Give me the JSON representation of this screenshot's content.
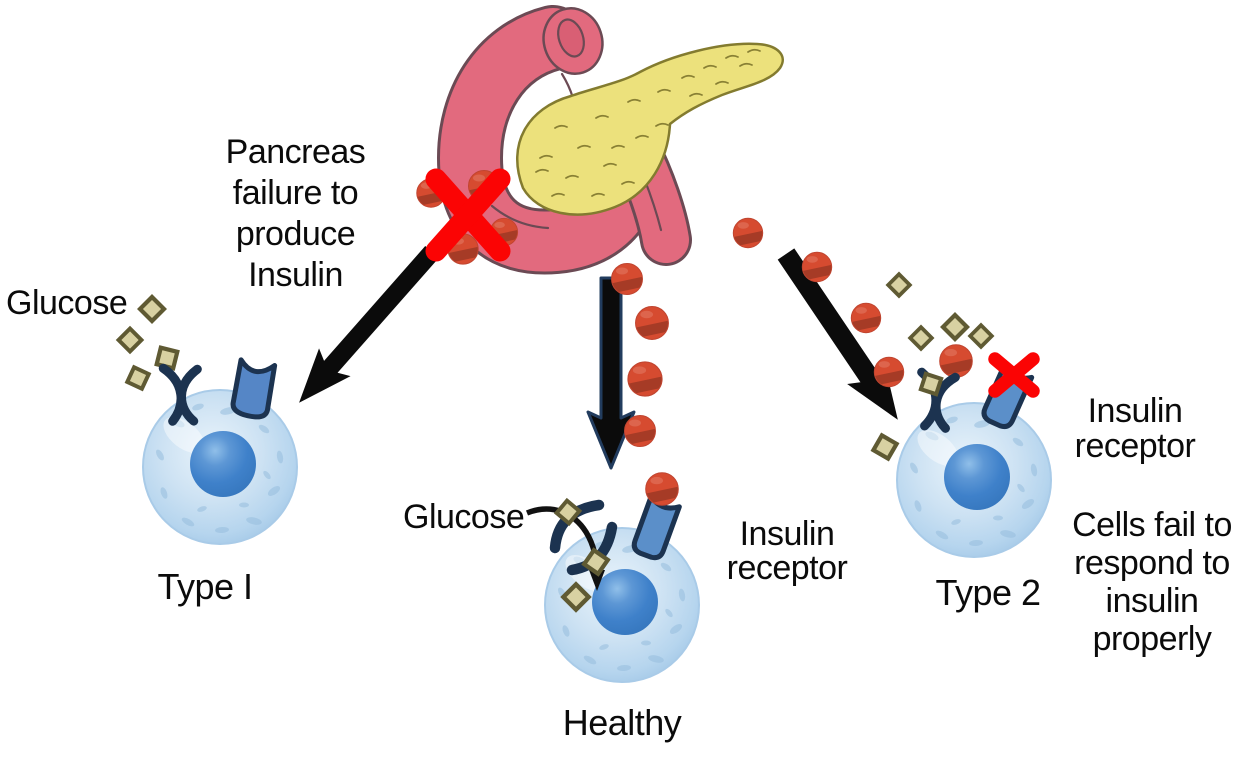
{
  "title": "Diabetes types diagram: Type I, Healthy, Type 2",
  "labels": {
    "pancreas_failure": "Pancreas\nfailure to\nproduce\nInsulin",
    "glucose_left": "Glucose",
    "type1": "Type I",
    "glucose_mid": "Glucose",
    "insulin_receptor_mid": "Insulin\nreceptor",
    "healthy": "Healthy",
    "type2": "Type 2",
    "insulin_receptor_right": "Insulin\nreceptor",
    "cells_fail": "Cells fail to\nrespond to\ninsulin\nproperly"
  },
  "legend": {
    "insulin_dot": "red sphere = insulin",
    "glucose_diamond": "tan diamond = glucose",
    "cell": "blue circle with dark nucleus = body cell",
    "receptor": "blue cylinder/cup = insulin receptor",
    "channel": "navy crossed/open bands = glucose channel",
    "red_cross": "red X = failure / blocked",
    "pancreas": "pink duodenum with yellow pancreas gland"
  },
  "colors": {
    "insulin_red": "#d64b30",
    "insulin_band": "#a63b26",
    "glucose_fill": "#d8d1a2",
    "glucose_border": "#5f5a33",
    "cell_body": "#c3dbf1",
    "cell_speckle": "#97bede",
    "nucleus_blue": "#3f81ca",
    "receptor_blue": "#5b8fc9",
    "navy_outline": "#1c3350",
    "pancreas_pink": "#e26a7e",
    "pancreas_outline": "#6b4a54",
    "pancreas_yellow": "#ece17c",
    "cross_red": "#fb0404",
    "arrow_black": "#0b0b0b",
    "text_black": "#0b0b0b",
    "background": "#ffffff"
  }
}
